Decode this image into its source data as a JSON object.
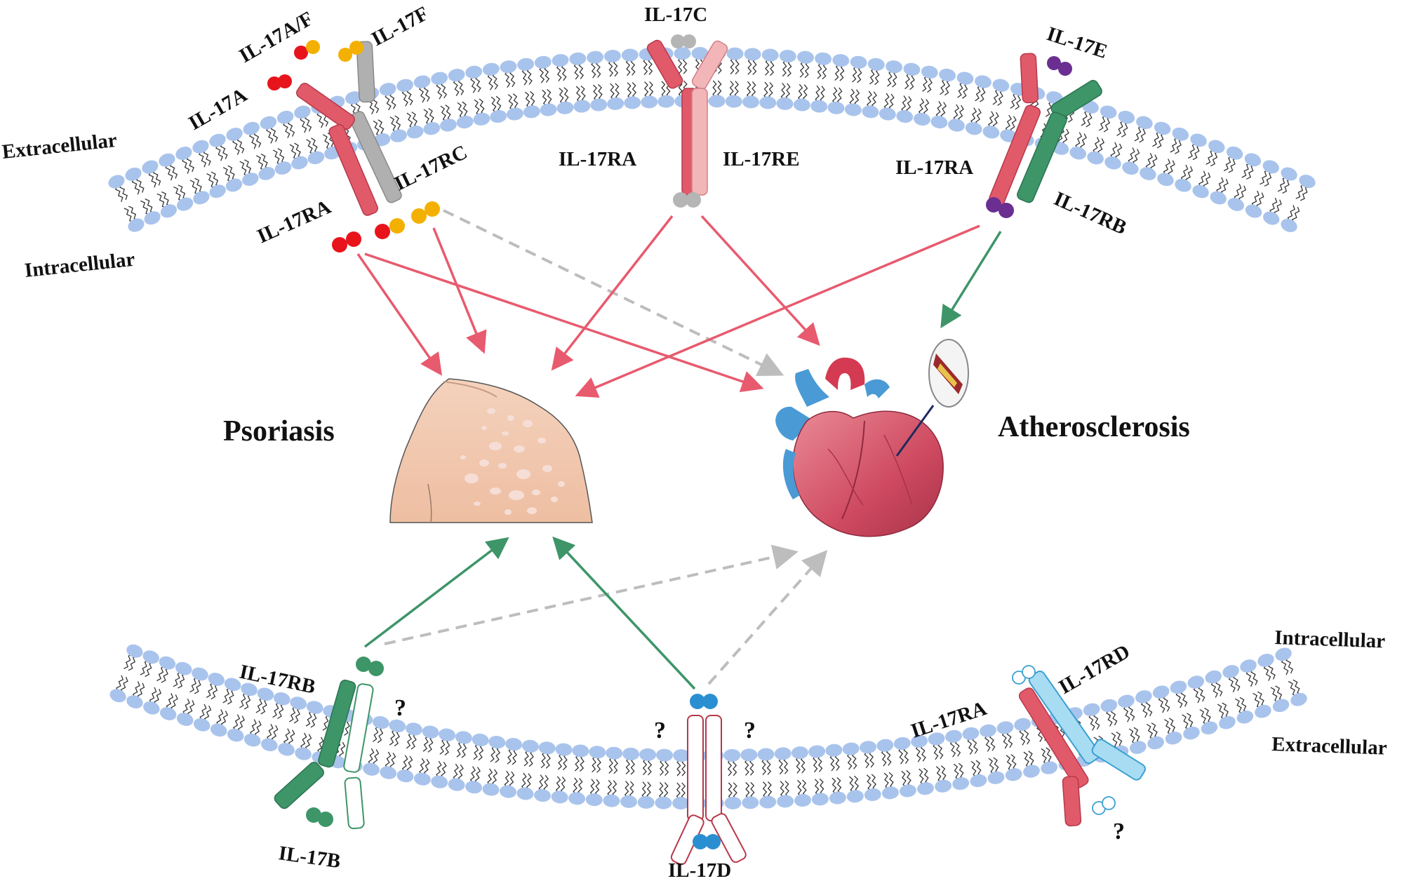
{
  "colors": {
    "lipid_head": "#a9c4ec",
    "lipid_tail": "#333333",
    "il17ra": "#e05a6a",
    "il17ra_dark": "#b8384a",
    "il17rc": "#b0b0b0",
    "il17re": "#f3b6b8",
    "il17rb": "#3d9568",
    "il17rd": "#a8dcf2",
    "il17rd_stroke": "#3aa0d2",
    "il17a": "#e8141c",
    "il17f": "#f4b000",
    "il17c": "#b5b5b5",
    "il17e": "#6a2f90",
    "il17b": "#3d9568",
    "il17d": "#2a8fd0",
    "arrow_red": "#e85a6e",
    "arrow_green": "#3d9568",
    "arrow_gray": "#bdbdbd",
    "skin": "#f2cab0",
    "heart": "#d5566a",
    "vessel_blue": "#4a9ad6"
  },
  "compartments": {
    "top_extracellular": "Extracellular",
    "top_intracellular": "Intracellular",
    "bottom_intracellular": "Intracellular",
    "bottom_extracellular": "Extracellular"
  },
  "top": {
    "left": {
      "il17a_f": "IL-17A/F",
      "il17f": "IL-17F",
      "il17a": "IL-17A",
      "il17rc": "IL-17RC",
      "il17ra": "IL-17RA"
    },
    "middle": {
      "il17c": "IL-17C",
      "il17ra": "IL-17RA",
      "il17re": "IL-17RE"
    },
    "right": {
      "il17e": "IL-17E",
      "il17ra": "IL-17RA",
      "il17rb": "IL-17RB"
    }
  },
  "diseases": {
    "psoriasis": "Psoriasis",
    "atherosclerosis": "Atherosclerosis"
  },
  "bottom": {
    "left": {
      "il17rb": "IL-17RB",
      "il17b": "IL-17B",
      "unknown": "?"
    },
    "middle": {
      "il17d": "IL-17D",
      "unknown_left": "?",
      "unknown_right": "?"
    },
    "right": {
      "il17ra": "IL-17RA",
      "il17rd": "IL-17RD",
      "unknown": "?"
    }
  }
}
